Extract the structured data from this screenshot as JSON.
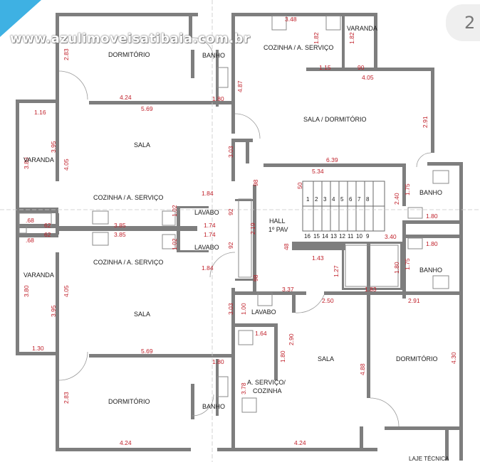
{
  "watermark": "www.azulimoveisatibaia.com.br",
  "page_number": "2",
  "rooms": {
    "dorm_tl": "DORMITÓRIO",
    "banho_t": "BANHO",
    "cozinha_t": "COZINHA / A. SERVIÇO",
    "varanda_t": "VARANDA",
    "sala_dorm": "SALA / DORMITÓRIO",
    "sala_top": "SALA",
    "varanda_l1": "VARANDA",
    "cozinha_l1": "COZINHA / A. SERVIÇO",
    "lavabo_1": "LAVABO",
    "lavabo_2": "LAVABO",
    "hall": "HALL",
    "hall2": "1º PAV",
    "banho_r1": "BANHO",
    "cozinha_l2": "COZINHA / A. SERVIÇO",
    "varanda_l2": "VARANDA",
    "banho_r2": "BANHO",
    "sala_bot": "SALA",
    "lavabo_3": "LAVABO",
    "sala_mid": "SALA",
    "dorm_br": "DORMITÓRIO",
    "a_serv": "A. SERVIÇO/",
    "cozinha_b": "COZINHA",
    "dorm_bl": "DORMITÓRIO",
    "banho_b": "BANHO",
    "laje": "LAJE TÉCNICA"
  },
  "dims": {
    "d348": "3.48",
    "d182a": "1.82",
    "d182b": "1.82",
    "d283a": "2.83",
    "d487": "4.87",
    "d115": "1.15",
    "d090": "90",
    "d405a": "4.05",
    "d424a": "4.24",
    "d180a": "1.80",
    "d569a": "5.69",
    "d116": "1.16",
    "d395a": "3.95",
    "d380a": "3.80",
    "d405b": "4.05",
    "d291a": "2.91",
    "d303a": "3.03",
    "d639": "6.39",
    "d534": "5.34",
    "d098a": "98",
    "d184a": "1.84",
    "d102a": "1.02",
    "d092a": "92",
    "d175a": "1.75",
    "d240": "2.40",
    "d180b": "1.80",
    "d068a": ".68",
    "d062a": "62",
    "d385a": "3.85",
    "d174a": "1.74",
    "d219": "2.19",
    "d385b": "3.85",
    "d174b": "1.74",
    "d340": "3.40",
    "d068b": ".68",
    "d062b": "62",
    "d180c": "1.80",
    "d102b": "1.02",
    "d092b": "92",
    "d048": "48",
    "d143": "1.43",
    "d127": "1.27",
    "d184b": "1.84",
    "d175b": "1.75",
    "d380b": "3.80",
    "d395b": "3.95",
    "d405c": "4.05",
    "d098b": "98",
    "d180d": "1.80",
    "d337": "3.37",
    "d183": "1.83",
    "d250": "2.50",
    "d291b": "2.91",
    "d303b": "3.03",
    "d100": "1.00",
    "d164": "1.64",
    "d290": "2.90",
    "d130": "1.30",
    "d569b": "5.69",
    "d180e": "1.80",
    "d180f": "1.80",
    "d488": "4.88",
    "d430": "4.30",
    "d283b": "2.83",
    "d378": "3.78",
    "d424b": "4.24",
    "d424c": "4.24",
    "d050": "50"
  },
  "stairs": {
    "up": [
      "1",
      "2",
      "3",
      "4",
      "5",
      "6",
      "7",
      "8"
    ],
    "down": [
      "16",
      "15",
      "14",
      "13",
      "12",
      "11",
      "10",
      "9"
    ]
  },
  "colors": {
    "wall": "#7e7e7e",
    "dim": "#c0202a",
    "text": "#1a1a1a",
    "accent": "#29a8e0"
  }
}
